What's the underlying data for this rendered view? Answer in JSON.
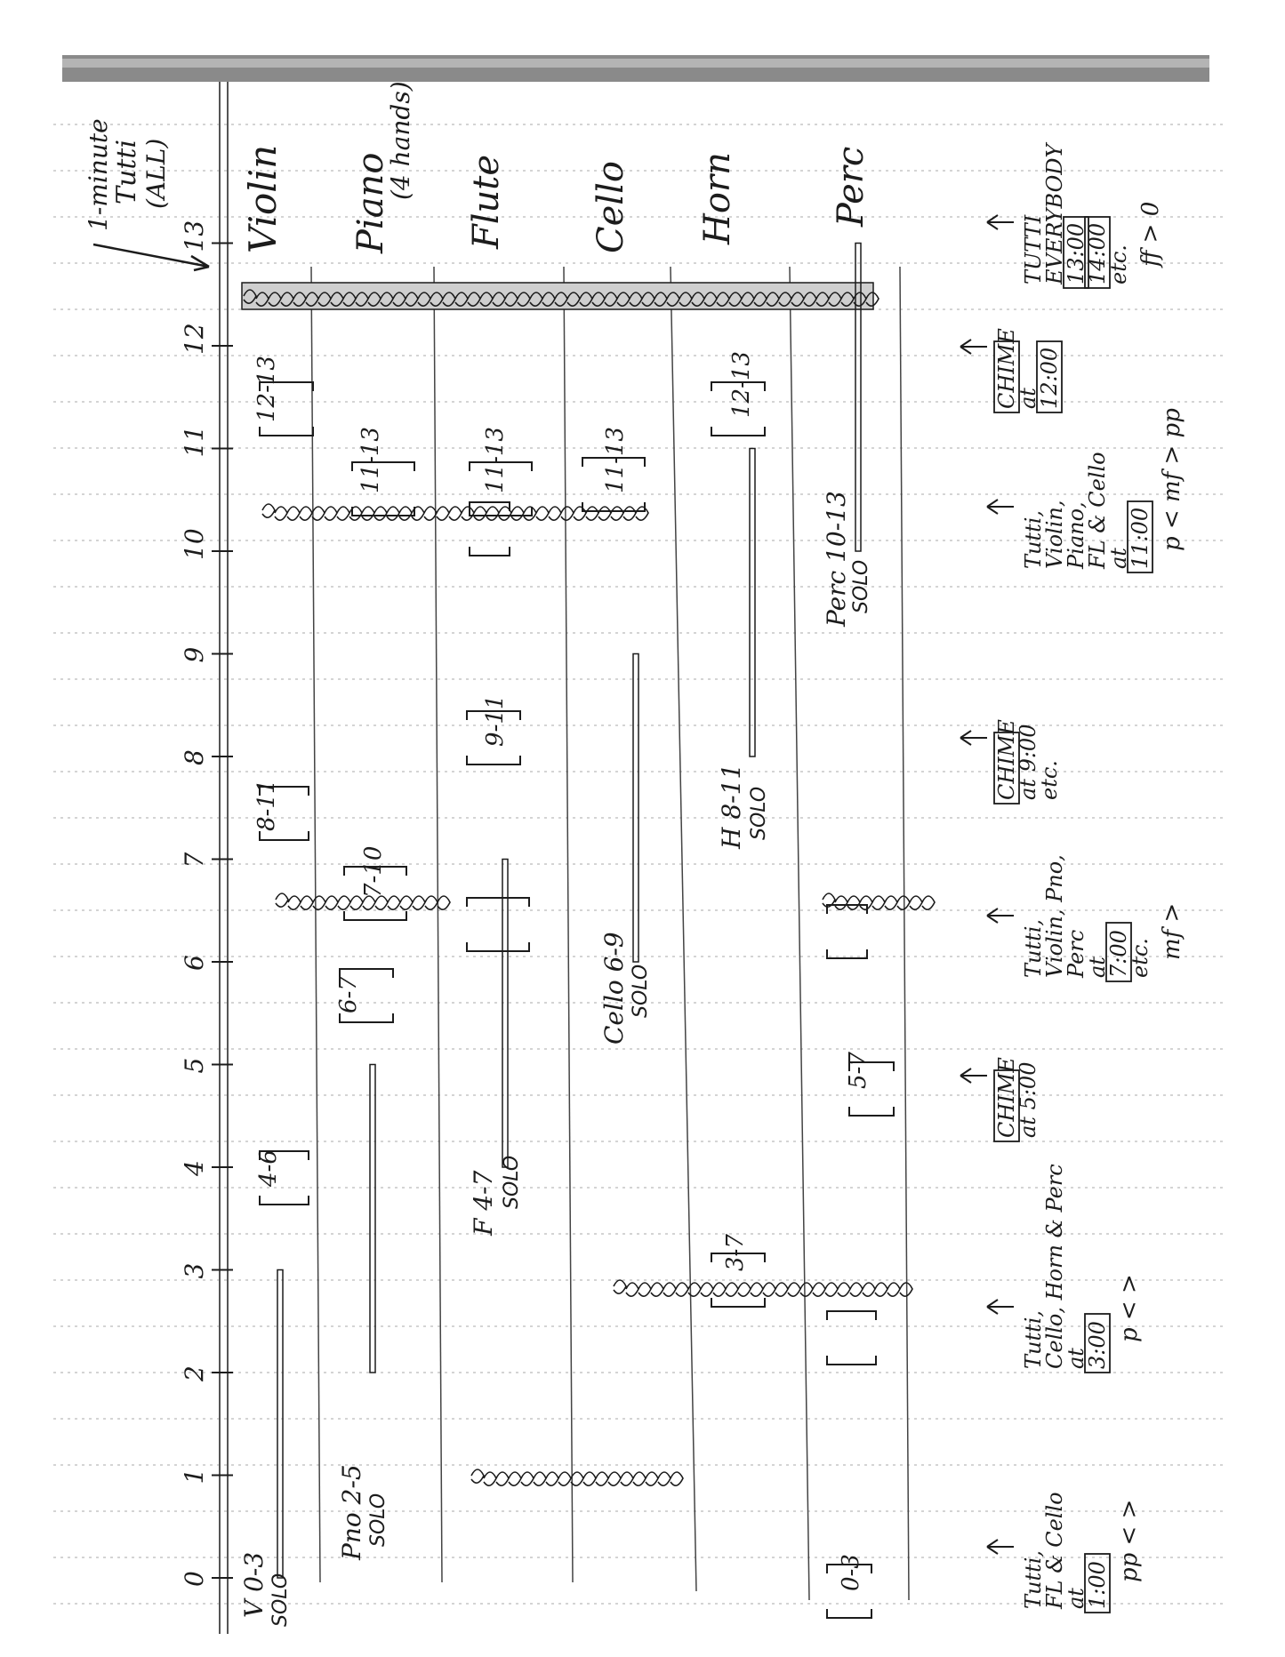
{
  "header": {
    "tutti_note": [
      "1-minute",
      "Tutti",
      "(ALL)"
    ]
  },
  "instruments": [
    "Violin",
    "Piano",
    "(4 hands)",
    "Flute",
    "Cello",
    "Horn",
    "Perc"
  ],
  "timeline": {
    "minutes": [
      "0",
      "1",
      "2",
      "3",
      "4",
      "5",
      "6",
      "7",
      "8",
      "9",
      "10",
      "11",
      "12",
      "13"
    ]
  },
  "entries": [
    {
      "label": "V 0-3"
    },
    {
      "label": "SOLO"
    },
    {
      "label": "Pno 2-5"
    },
    {
      "label": "SOLO"
    },
    {
      "label": "F 4-7"
    },
    {
      "label": "SOLO"
    },
    {
      "label": "Cello 6-9"
    },
    {
      "label": "SOLO"
    },
    {
      "label": "H 8-11"
    },
    {
      "label": "SOLO"
    },
    {
      "label": "Perc 10-13"
    },
    {
      "label": "SOLO"
    },
    {
      "label": "4-6"
    },
    {
      "label": "8-11"
    },
    {
      "label": "12-13"
    },
    {
      "label": "6-7"
    },
    {
      "label": "7-10"
    },
    {
      "label": "11-13"
    },
    {
      "label": "9-11"
    },
    {
      "label": "11-13"
    },
    {
      "label": "11-13"
    },
    {
      "label": "3-7"
    },
    {
      "label": "12-13"
    },
    {
      "label": "0-3"
    },
    {
      "label": "5-7"
    }
  ],
  "cues": [
    {
      "lines": [
        "Tutti,",
        "FL & Cello",
        "at",
        "1:00"
      ],
      "dynamic": "pp <  >"
    },
    {
      "lines": [
        "Tutti,",
        "Cello, Horn & Perc",
        "at",
        "3:00"
      ],
      "dynamic": "p <  >"
    },
    {
      "lines": [
        "CHIME",
        "at 5:00"
      ]
    },
    {
      "lines": [
        "Tutti,",
        "Violin, Pno,",
        "Perc",
        "at",
        "7:00",
        "etc."
      ],
      "dynamic": "mf >"
    },
    {
      "lines": [
        "CHIME",
        "at 9:00",
        "etc."
      ]
    },
    {
      "lines": [
        "Tutti,",
        "Violin,",
        "Piano,",
        "FL & Cello",
        "at",
        "11:00"
      ],
      "dynamic": "p < mf > pp"
    },
    {
      "lines": [
        "CHIME",
        "at",
        "12:00"
      ]
    },
    {
      "lines": [
        "TUTTI",
        "EVERYBODY",
        "13:00",
        "14:00",
        "etc."
      ],
      "dynamic": "ff > 0"
    }
  ],
  "colors": {
    "ink": "#1c1c1c",
    "rule": "#9a9a9a",
    "tape": "#7d7d7d"
  }
}
